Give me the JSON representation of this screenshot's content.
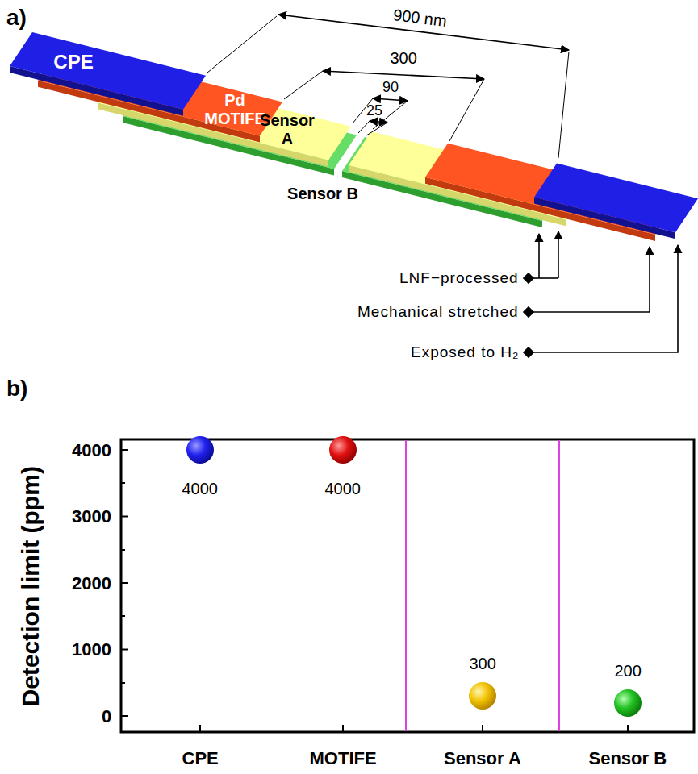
{
  "diagram": {
    "nodes": [
      {
        "text": [
          "CPE"
        ]
      },
      {
        "text": [
          "Pd MOTIFE"
        ]
      },
      {
        "text": [
          "Sensor A"
        ]
      },
      {
        "text": [
          "Sensor B"
        ]
      }
    ],
    "labels": [
      "a)",
      "900 nm",
      "300",
      "90",
      "25",
      "LNF−processed",
      "Mechanical stretched",
      "Exposed to H₂",
      "b)",
      "Detection limit (ppm)",
      "4000",
      "3000",
      "2000",
      "1000",
      "0",
      "CPE",
      "MOTIFE",
      "Sensor A",
      "Sensor B",
      "4000",
      "4000",
      "300",
      "200"
    ]
  }
}
